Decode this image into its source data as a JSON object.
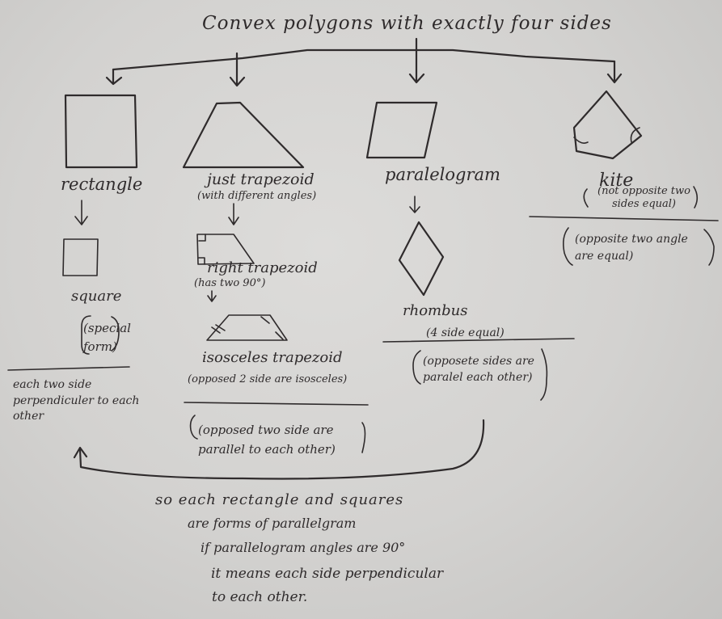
{
  "title": "Convex polygons with exactly four sides",
  "branches": {
    "rectangle": {
      "name": "rectangle",
      "child": "square",
      "child_note": "(special form)",
      "property": "each two side perpendiculer to each other"
    },
    "trapezoid": {
      "name": "just trapezoid",
      "note": "(with different angles)",
      "right": "right trapezoid",
      "right_note": "(has two 90°)",
      "isosceles": "isosceles trapezoid",
      "isosceles_note": "(opposed 2 side are isosceles)",
      "property": "(opposed two side are parallel to each other)"
    },
    "parallelogram": {
      "name": "paralelogram",
      "child": "rhombus",
      "child_note": "(4 side equal)",
      "property": "(opposete sides are paralel each other)"
    },
    "kite": {
      "name": "kite",
      "note": "(not opposite two sides equal)",
      "property": "(opposite two angle are equal)"
    }
  },
  "conclusion": [
    "so each rectangle and squares",
    "are forms of parallelgram",
    "if parallelogram angles are 90°",
    "it means each side perpendicular",
    "to each other."
  ]
}
